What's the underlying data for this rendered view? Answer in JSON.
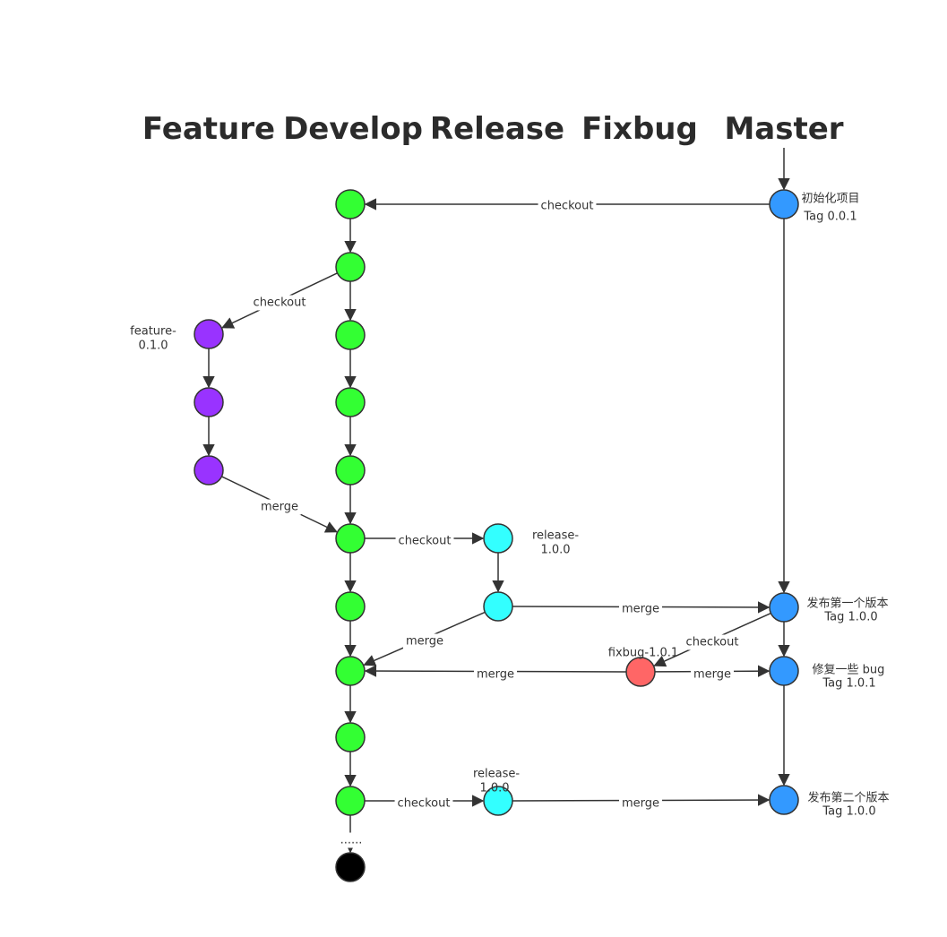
{
  "lanes": [
    "Feature",
    "Develop",
    "Release",
    "Fixbug",
    "Master"
  ],
  "colors": {
    "feature": "#9933ff",
    "develop": "#33ff33",
    "release": "#33ffff",
    "fixbug": "#ff6666",
    "master": "#3399ff",
    "end": "#000000"
  },
  "nodes": [
    {
      "id": "m1",
      "lane": "master",
      "labels": [
        "初始化项目",
        "Tag 0.0.1"
      ]
    },
    {
      "id": "d1",
      "lane": "develop"
    },
    {
      "id": "d2",
      "lane": "develop"
    },
    {
      "id": "d3",
      "lane": "develop"
    },
    {
      "id": "d4",
      "lane": "develop"
    },
    {
      "id": "d5",
      "lane": "develop"
    },
    {
      "id": "d6",
      "lane": "develop"
    },
    {
      "id": "d7",
      "lane": "develop"
    },
    {
      "id": "d8",
      "lane": "develop"
    },
    {
      "id": "d9",
      "lane": "develop"
    },
    {
      "id": "d10",
      "lane": "develop"
    },
    {
      "id": "end",
      "lane": "end"
    },
    {
      "id": "f1",
      "lane": "feature",
      "labels": [
        "feature-",
        "0.1.0"
      ]
    },
    {
      "id": "f2",
      "lane": "feature"
    },
    {
      "id": "f3",
      "lane": "feature"
    },
    {
      "id": "r1",
      "lane": "release",
      "labels": [
        "release-",
        "1.0.0"
      ]
    },
    {
      "id": "r2",
      "lane": "release"
    },
    {
      "id": "r3",
      "lane": "release",
      "labels": [
        "release-",
        "1.0.0"
      ]
    },
    {
      "id": "b1",
      "lane": "fixbug",
      "labels": [
        "fixbug-1.0.1"
      ]
    },
    {
      "id": "m2",
      "lane": "master",
      "labels": [
        "发布第一个版本",
        "Tag 1.0.0"
      ]
    },
    {
      "id": "m3",
      "lane": "master",
      "labels": [
        "修复一些 bug",
        "Tag 1.0.1"
      ]
    },
    {
      "id": "m4",
      "lane": "master",
      "labels": [
        "发布第二个版本",
        "Tag 1.0.0"
      ]
    }
  ],
  "edges": [
    {
      "from": "start",
      "to": "m1",
      "label": ""
    },
    {
      "from": "m1",
      "to": "d1",
      "label": "checkout"
    },
    {
      "from": "m1",
      "to": "m2",
      "label": ""
    },
    {
      "from": "d1",
      "to": "d2",
      "label": ""
    },
    {
      "from": "d2",
      "to": "d3",
      "label": ""
    },
    {
      "from": "d3",
      "to": "d4",
      "label": ""
    },
    {
      "from": "d4",
      "to": "d5",
      "label": ""
    },
    {
      "from": "d5",
      "to": "d6",
      "label": ""
    },
    {
      "from": "d6",
      "to": "d7",
      "label": ""
    },
    {
      "from": "d7",
      "to": "d8",
      "label": ""
    },
    {
      "from": "d8",
      "to": "d9",
      "label": ""
    },
    {
      "from": "d9",
      "to": "d10",
      "label": ""
    },
    {
      "from": "d10",
      "to": "end",
      "label": "......"
    },
    {
      "from": "d2",
      "to": "f1",
      "label": "checkout"
    },
    {
      "from": "f1",
      "to": "f2",
      "label": ""
    },
    {
      "from": "f2",
      "to": "f3",
      "label": ""
    },
    {
      "from": "f3",
      "to": "d6",
      "label": "merge"
    },
    {
      "from": "d6",
      "to": "r1",
      "label": "checkout"
    },
    {
      "from": "r1",
      "to": "r2",
      "label": ""
    },
    {
      "from": "r2",
      "to": "m2",
      "label": "merge"
    },
    {
      "from": "r2",
      "to": "d8",
      "label": "merge"
    },
    {
      "from": "m2",
      "to": "b1",
      "label": "checkout"
    },
    {
      "from": "m2",
      "to": "m3",
      "label": ""
    },
    {
      "from": "b1",
      "to": "d8",
      "label": "merge"
    },
    {
      "from": "b1",
      "to": "m3",
      "label": "merge"
    },
    {
      "from": "m3",
      "to": "m4",
      "label": ""
    },
    {
      "from": "d10",
      "to": "r3",
      "label": "checkout"
    },
    {
      "from": "r3",
      "to": "m4",
      "label": "merge"
    }
  ]
}
